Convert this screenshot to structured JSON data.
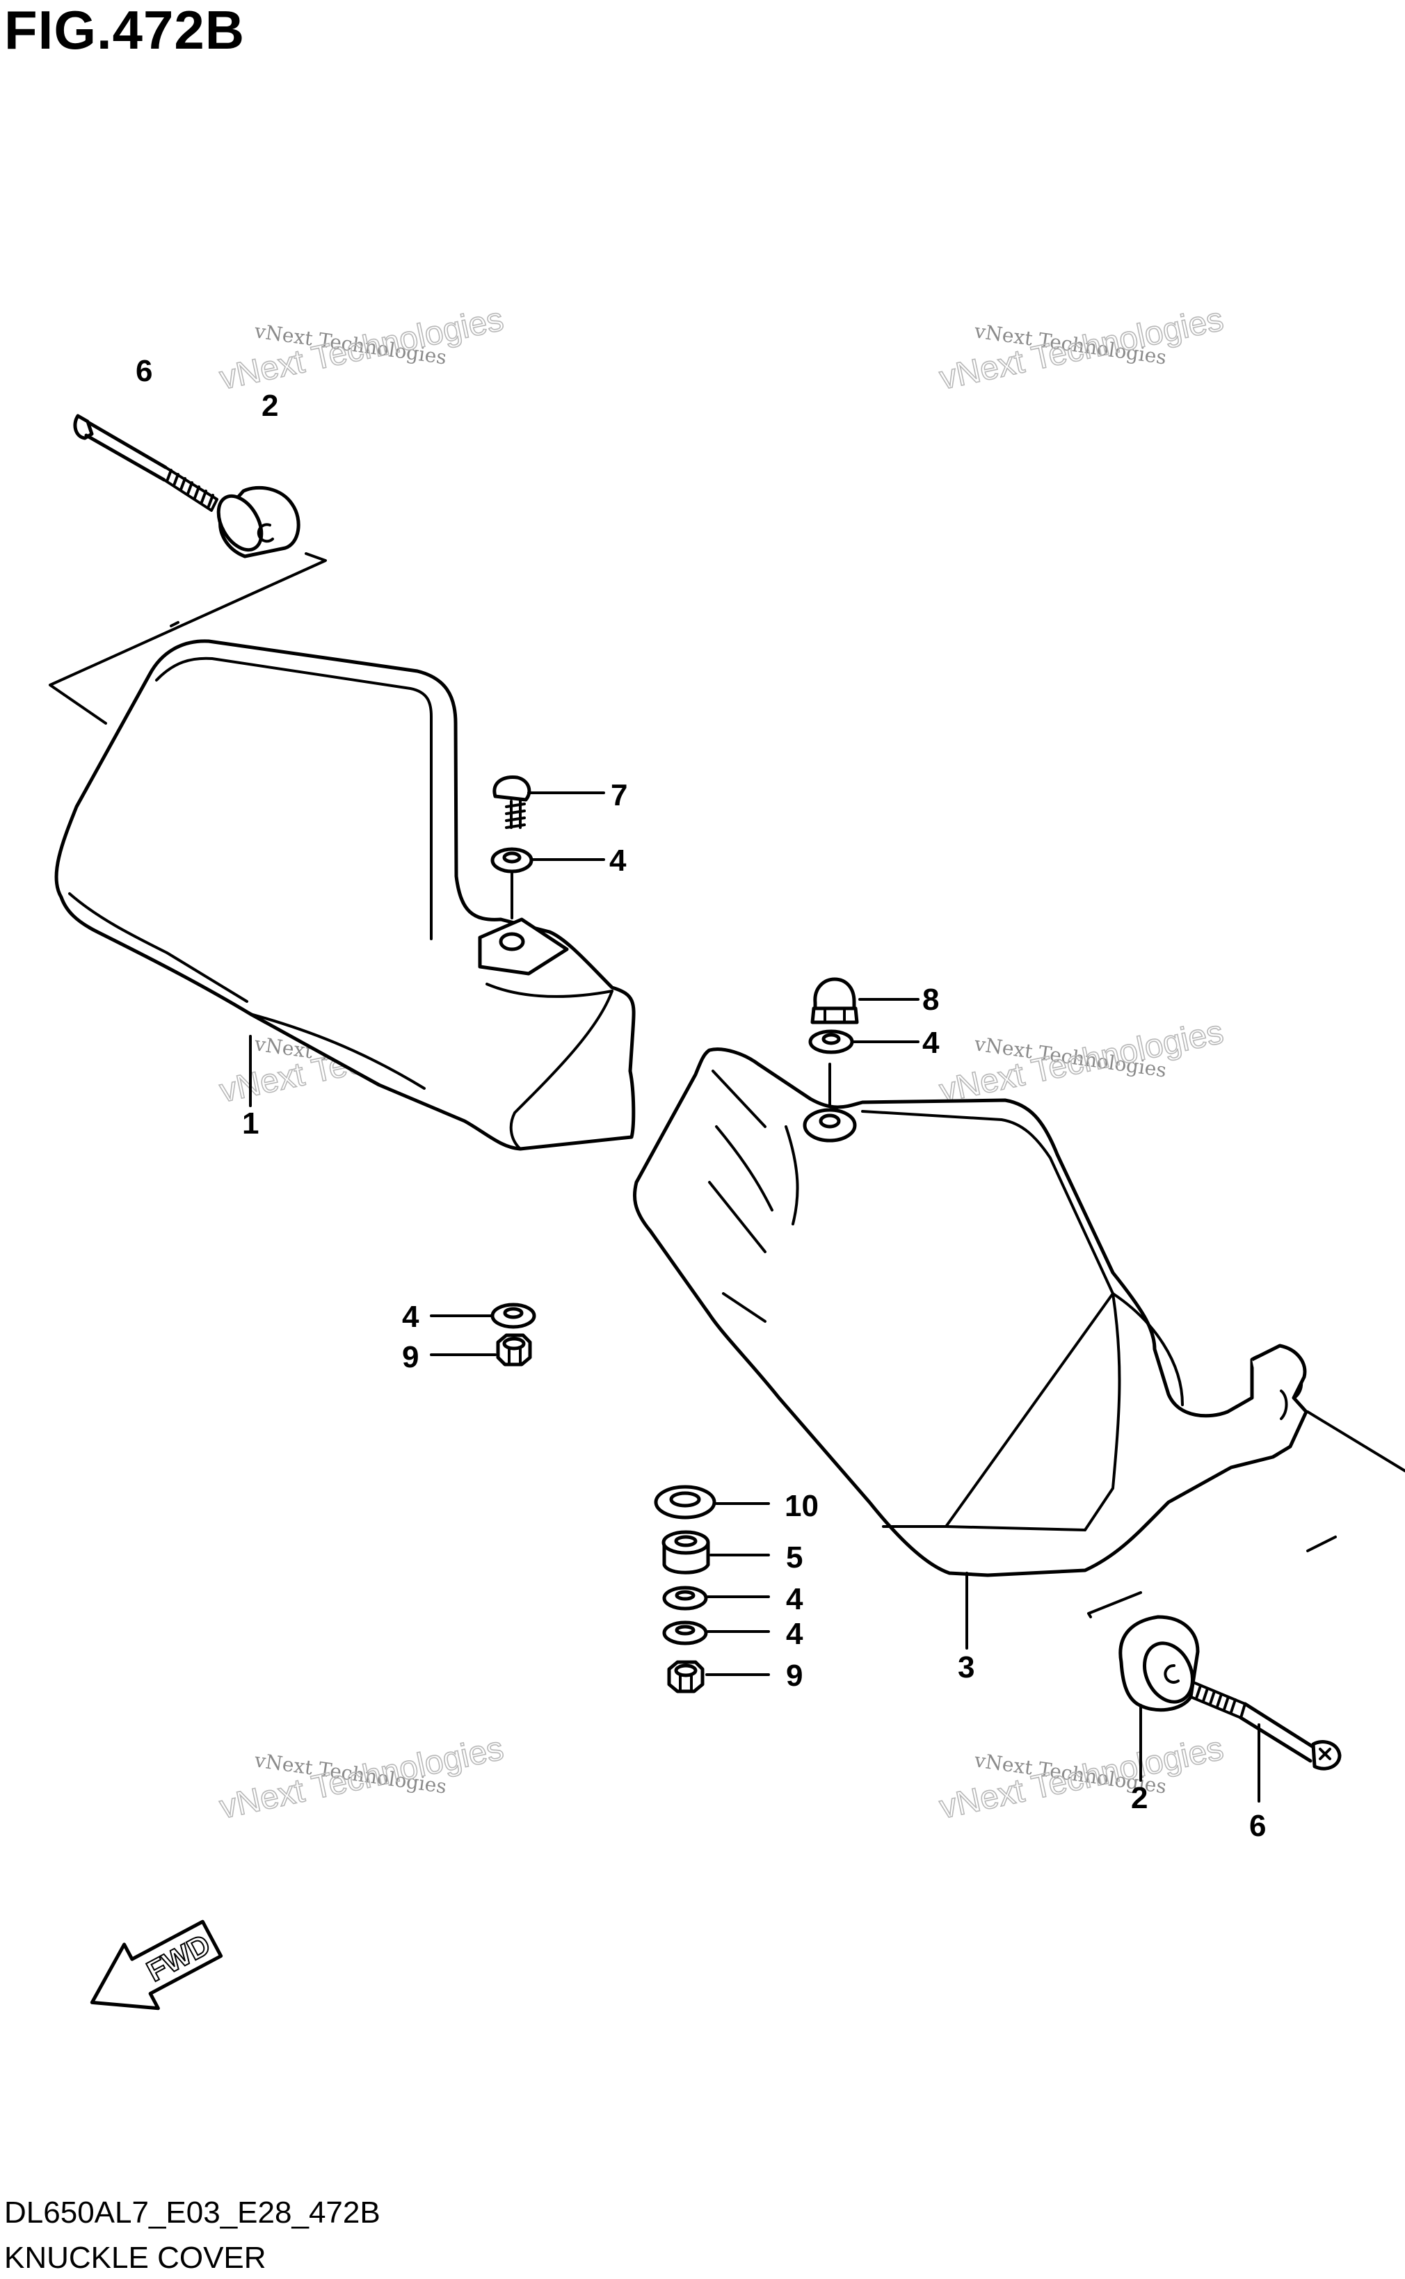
{
  "header": {
    "figure_title": "FIG.472B"
  },
  "footer": {
    "model_code": "DL650AL7_E03_E28_472B",
    "section_name": "KNUCKLE COVER"
  },
  "watermark": {
    "line1": "vNext Technologies",
    "line2": "vNext Technologies"
  },
  "fwd_label": "FWD",
  "callouts": {
    "c6a": "6",
    "c2a": "2",
    "c7": "7",
    "c4a": "4",
    "c1": "1",
    "c8": "8",
    "c4b": "4",
    "c4c": "4",
    "c9a": "9",
    "c10": "10",
    "c5": "5",
    "c4d": "4",
    "c4e": "4",
    "c9b": "9",
    "c3": "3",
    "c2b": "2",
    "c6b": "6"
  }
}
